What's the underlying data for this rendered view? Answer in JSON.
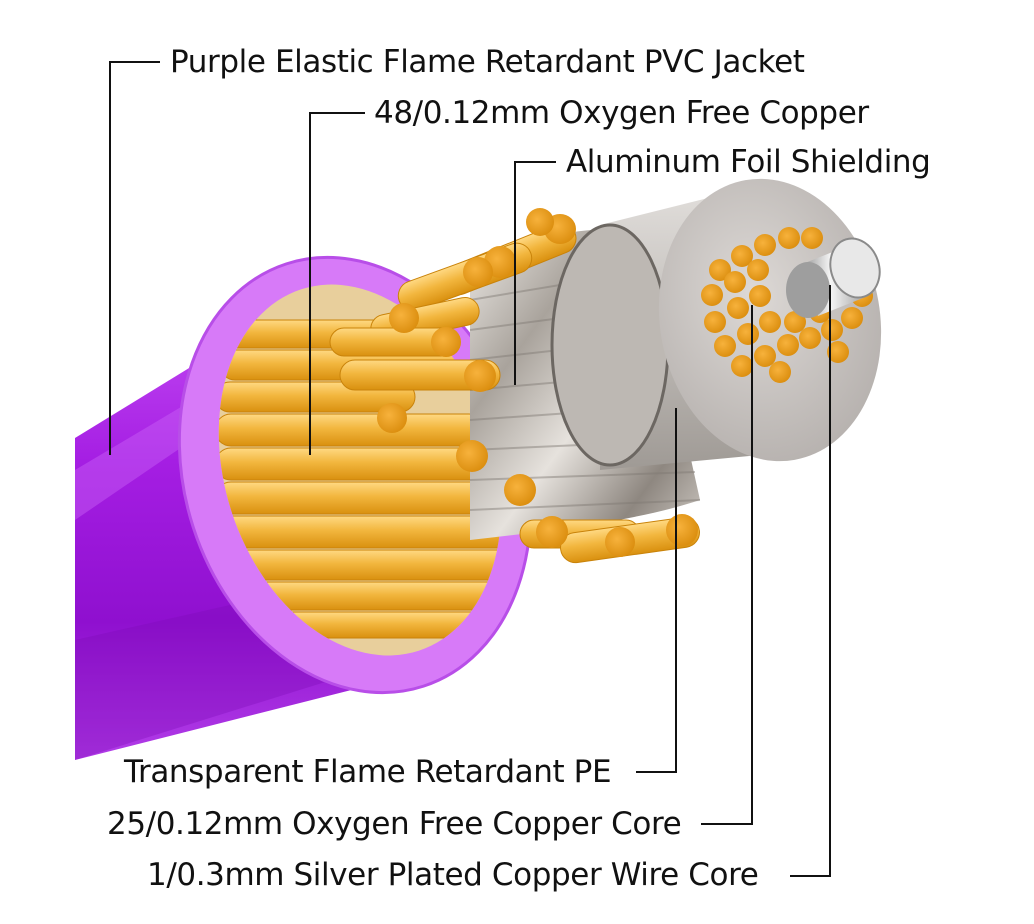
{
  "labels": {
    "jacket": "Purple Elastic Flame Retardant PVC Jacket",
    "copper48": "48/0.12mm Oxygen Free Copper",
    "foil": "Aluminum Foil Shielding",
    "pe": "Transparent Flame Retardant PE",
    "core25": "25/0.12mm Oxygen Free Copper Core",
    "silver": "1/0.3mm Silver Plated Copper Wire Core"
  },
  "colors": {
    "background": "#ffffff",
    "jacket_purple": "#a81fe6",
    "jacket_light": "#d777f8",
    "copper_gold": "#f0b23a",
    "copper_end": "#e79a13",
    "foil_silver": "#c9c6c1",
    "pe_gray": "#b9b5b1",
    "silver_core": "#d9d9d9",
    "leader_line": "#111111"
  }
}
